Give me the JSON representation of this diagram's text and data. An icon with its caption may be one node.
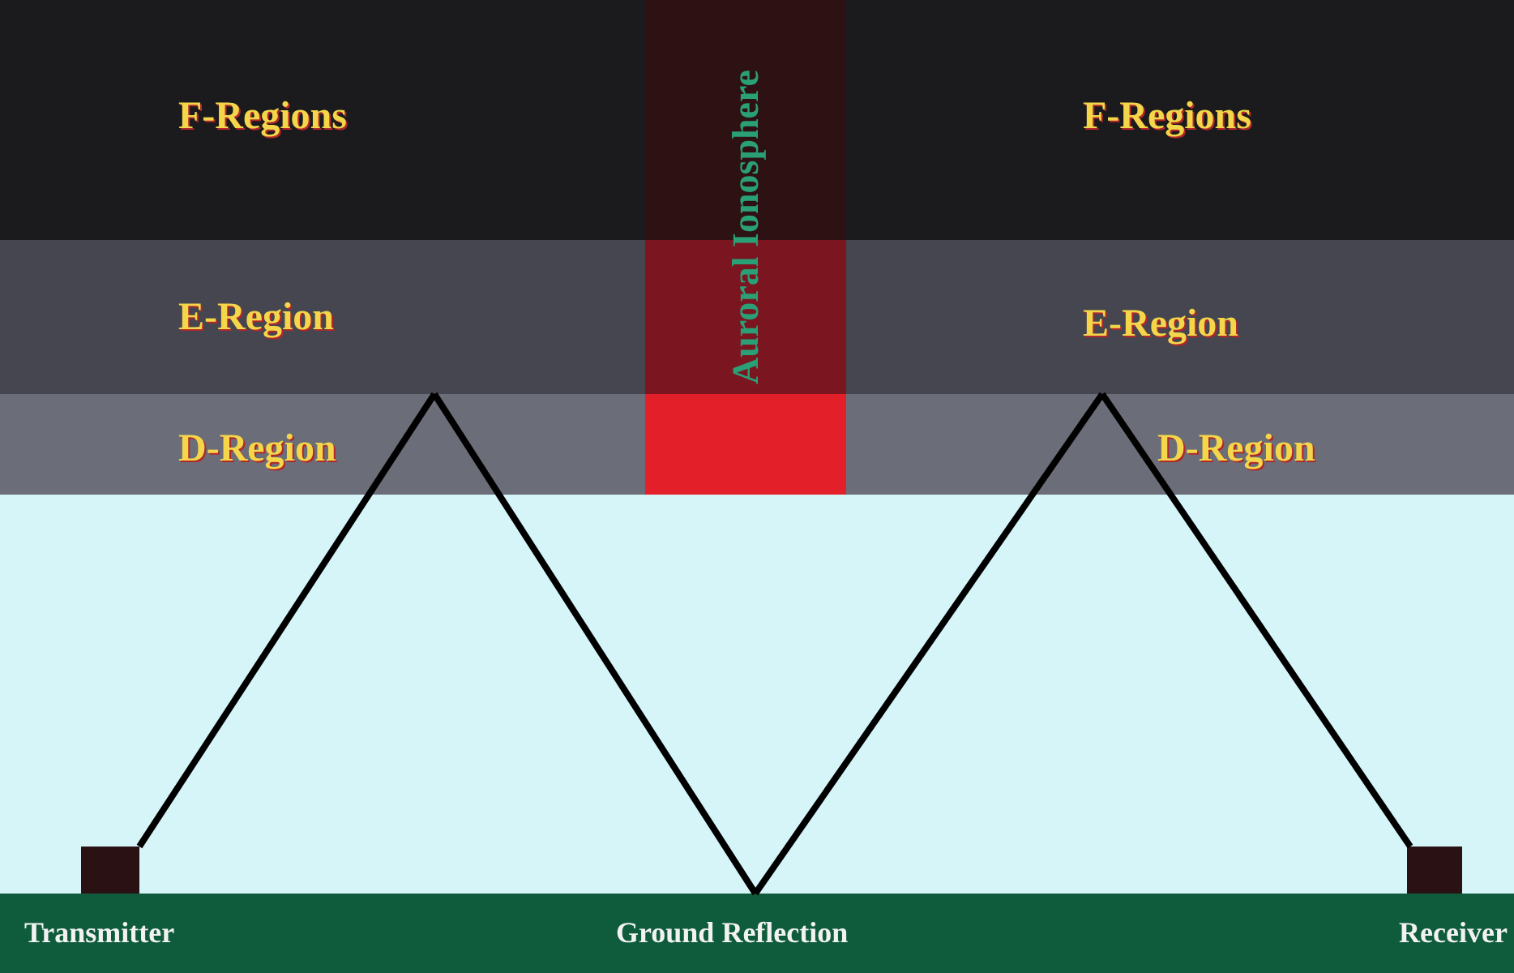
{
  "diagram": {
    "nodes": [
      {
        "text": [
          "F-Regions",
          "F-Regions"
        ]
      },
      {
        "text": [
          "E-Region",
          "E-Region"
        ]
      },
      {
        "text": [
          "D-Region",
          "D-Region"
        ]
      },
      {
        "text": [
          "Auroral Ionosphere"
        ]
      },
      {
        "text": [],
        "shape": "box"
      },
      {
        "text": [
          "Ground Reflection"
        ]
      },
      {
        "text": [],
        "shape": "box"
      }
    ],
    "edges": [
      {
        "from": 4,
        "to": 2,
        "arrow": "none"
      },
      {
        "from": 2,
        "to": 5,
        "arrow": "none"
      },
      {
        "from": 5,
        "to": 2,
        "arrow": "none"
      },
      {
        "from": 2,
        "to": 6,
        "arrow": "none"
      }
    ],
    "labels": [
      "Transmitter",
      "Receiver"
    ]
  }
}
